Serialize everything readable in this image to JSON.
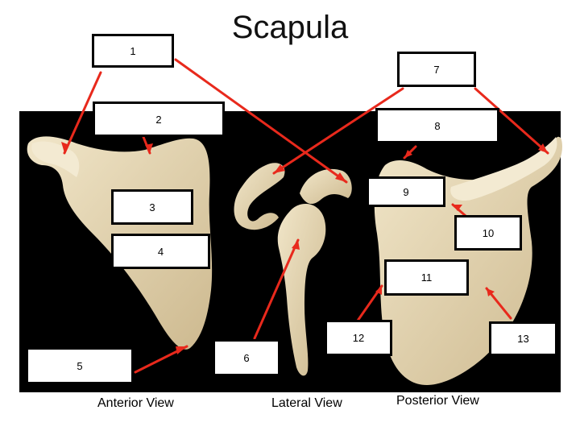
{
  "title": "Scapula",
  "views": {
    "anterior": "Anterior View",
    "lateral": "Lateral View",
    "posterior": "Posterior View"
  },
  "labels": [
    "1",
    "2",
    "3",
    "4",
    "5",
    "6",
    "7",
    "8",
    "9",
    "10",
    "11",
    "12",
    "13"
  ],
  "colors": {
    "panel_background": "#000000",
    "bone": "#e6d7b4",
    "bone_shadow": "#c7b48c",
    "leader_line": "#e8291c",
    "box_border": "#000000",
    "box_fill": "#ffffff"
  }
}
